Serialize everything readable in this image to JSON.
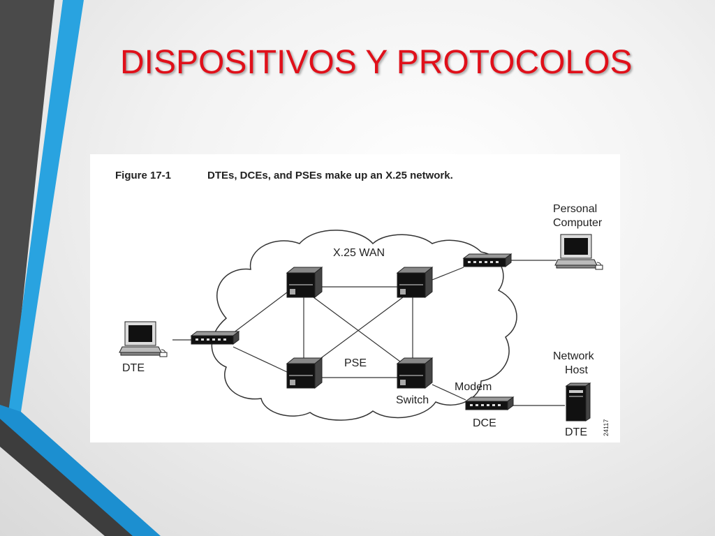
{
  "slide": {
    "title": "DISPOSITIVOS Y PROTOCOLOS",
    "colors": {
      "title": "#e0101a",
      "accent_blue": "#29a3e0",
      "accent_dark": "#4a4a4a"
    }
  },
  "figure": {
    "number": "Figure 17-1",
    "caption": "DTEs, DCEs, and PSEs make up an X.25 network.",
    "labels": {
      "wan": "X.25 WAN",
      "pse": "PSE",
      "switch": "Switch",
      "modem": "Modem",
      "dce": "DCE",
      "dte_left": "DTE",
      "pc_line1": "Personal",
      "pc_line2": "Computer",
      "host_line1": "Network",
      "host_line2": "Host",
      "dte_right": "DTE",
      "figure_id": "24117"
    }
  }
}
